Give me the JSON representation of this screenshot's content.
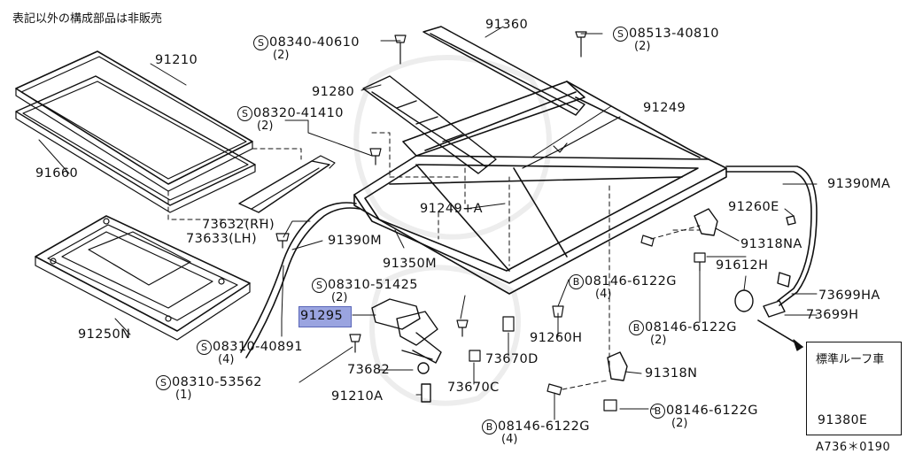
{
  "note": "表記以外の構成部品は非販売",
  "diagram_code": "A736＊0190",
  "inset": {
    "title": "標準ルーフ車",
    "part_number": "91380E"
  },
  "highlight_label": "91295",
  "parts": {
    "p91210": "91210",
    "p91660": "91660",
    "p91360": "91360",
    "p91280": "91280",
    "p91249": "91249",
    "p91249a": "91249+A",
    "p73632": "73632(RH)",
    "p73633": "73633(LH)",
    "p91390m": "91390M",
    "p91350m": "91350M",
    "p91250n": "91250N",
    "p91390ma": "91390MA",
    "p91260e": "91260E",
    "p91318na": "91318NA",
    "p91612h": "91612H",
    "p73699ha": "73699HA",
    "p73699h": "73699H",
    "p91260h": "91260H",
    "p73670d": "73670D",
    "p73670c": "73670C",
    "p73682": "73682",
    "p91210a": "91210A",
    "p91318n": "91318N"
  },
  "fasteners": {
    "f1": {
      "prefix": "S",
      "code": "08340-40610",
      "qty": "(2)"
    },
    "f2": {
      "prefix": "S",
      "code": "08513-40810",
      "qty": "(2)"
    },
    "f3": {
      "prefix": "S",
      "code": "08320-41410",
      "qty": "(2)"
    },
    "f4": {
      "prefix": "S",
      "code": "08310-51425",
      "qty": "(2)"
    },
    "f5": {
      "prefix": "S",
      "code": "08310-40891",
      "qty": "(4)"
    },
    "f6": {
      "prefix": "S",
      "code": "08310-53562",
      "qty": "(1)"
    },
    "f7": {
      "prefix": "B",
      "code": "08146-6122G",
      "qty": "(4)"
    },
    "f8": {
      "prefix": "B",
      "code": "08146-6122G",
      "qty": "(2)"
    },
    "f9": {
      "prefix": "B",
      "code": "08146-6122G",
      "qty": "(2)"
    },
    "f10": {
      "prefix": "B",
      "code": "08146-6122G",
      "qty": "(4)"
    }
  }
}
